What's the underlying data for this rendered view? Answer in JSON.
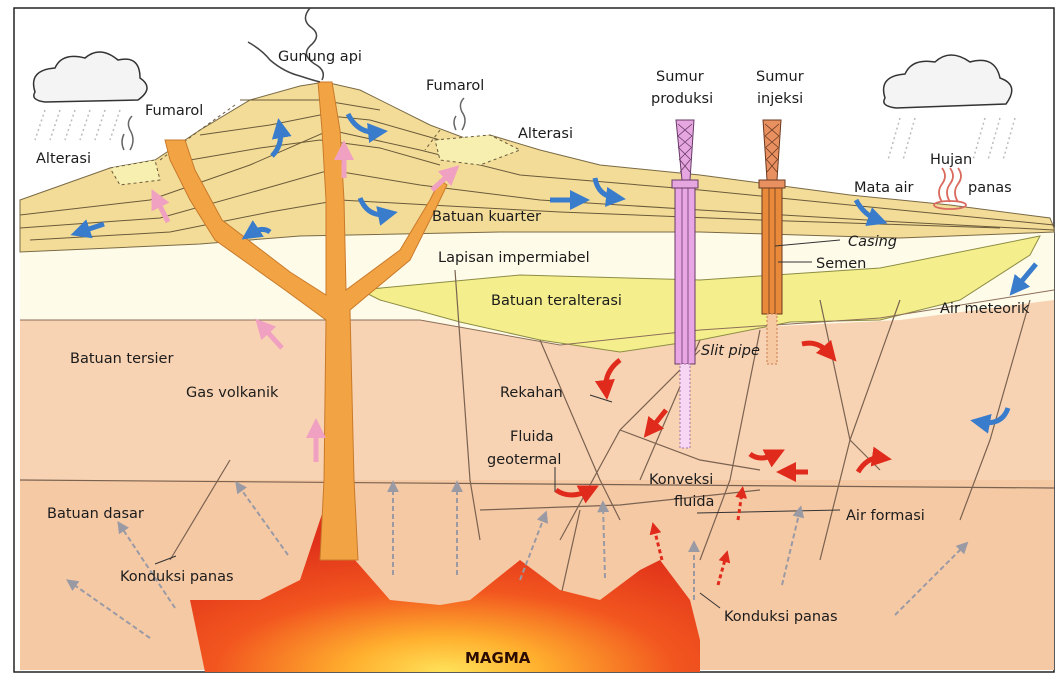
{
  "labels": {
    "gunung_api": "Gunung api",
    "fumarol_left": "Fumarol",
    "fumarol_right": "Fumarol",
    "alterasi_left": "Alterasi",
    "alterasi_right": "Alterasi",
    "sumur_produksi_1": "Sumur",
    "sumur_produksi_2": "produksi",
    "sumur_injeksi_1": "Sumur",
    "sumur_injeksi_2": "injeksi",
    "hujan": "Hujan",
    "mata_air": "Mata air",
    "panas": "panas",
    "batuan_kuarter": "Batuan kuarter",
    "casing": "Casing",
    "lapisan_impermiabel": "Lapisan impermiabel",
    "semen": "Semen",
    "batuan_teralterasi": "Batuan teralterasi",
    "air_meteorik": "Air meteorik",
    "batuan_tersier": "Batuan tersier",
    "slit_pipe": "Slit pipe",
    "gas_volkanik": "Gas volkanik",
    "rekahan": "Rekahan",
    "fluida_1": "Fluida",
    "fluida_2": "geotermal",
    "konveksi_1": "Konveksi",
    "konveksi_2": "fluida",
    "batuan_dasar": "Batuan dasar",
    "air_formasi": "Air formasi",
    "konduksi_left": "Konduksi panas",
    "konduksi_right": "Konduksi panas",
    "magma": "MAGMA"
  },
  "colors": {
    "sky": "#ffffff",
    "quaternary": "#f3dc98",
    "impermeable": "#fffbe9",
    "altered": "#f4ef8c",
    "tertiary": "#f8d3b3",
    "basement": "#f6c9a5",
    "magma_outer": "#e8321b",
    "magma_core": "#ffd040",
    "conduit": "#f2a445",
    "meteoric_arrow": "#3a7ccc",
    "fluid_arrow": "#e02a1c",
    "gas_arrow": "#f0a0c0",
    "production_well": "#e9a6e4",
    "injection_well": "#e88a3a"
  }
}
